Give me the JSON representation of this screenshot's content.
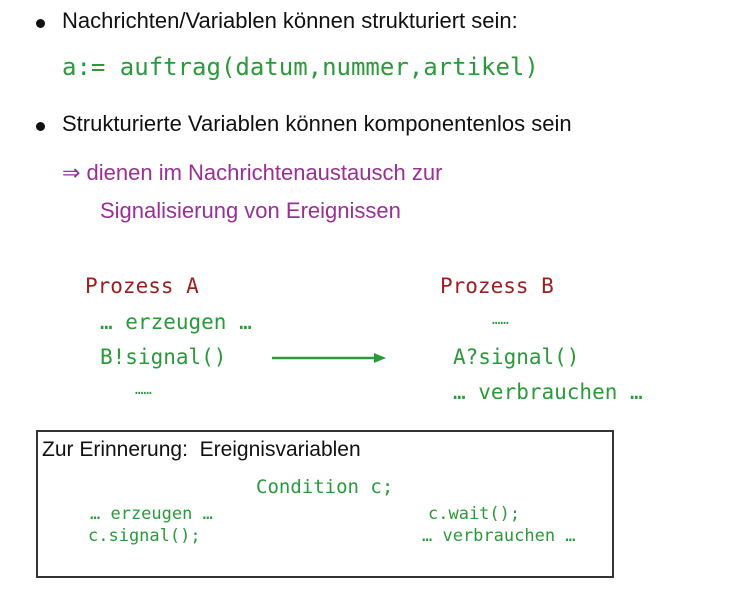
{
  "bullets": [
    {
      "text": "Nachrichten/Variablen können strukturiert sein:",
      "code": "a:= auftrag(datum,nummer,artikel)"
    },
    {
      "text": "Strukturierte Variablen können komponentenlos sein",
      "implication_line1": "⇒ dienen im Nachrichtenaustausch zur",
      "implication_line2": "Signalisierung von Ereignissen"
    }
  ],
  "diagram": {
    "process_a": {
      "title": "Prozess A",
      "lines": [
        "… erzeugen …",
        "B!signal()",
        "……"
      ]
    },
    "process_b": {
      "title": "Prozess B",
      "lines": [
        "……",
        "A?signal()",
        "… verbrauchen …"
      ]
    }
  },
  "reminder": {
    "title": "Zur Erinnerung:  Ereignisvariablen",
    "declaration": "Condition c;",
    "left_lines": [
      "… erzeugen …",
      "c.signal();"
    ],
    "right_lines": [
      "c.wait();",
      "… verbrauchen …"
    ]
  },
  "colors": {
    "code": "#2a9a3a",
    "implication": "#9a2f96",
    "process_title": "#9b1f1f"
  }
}
